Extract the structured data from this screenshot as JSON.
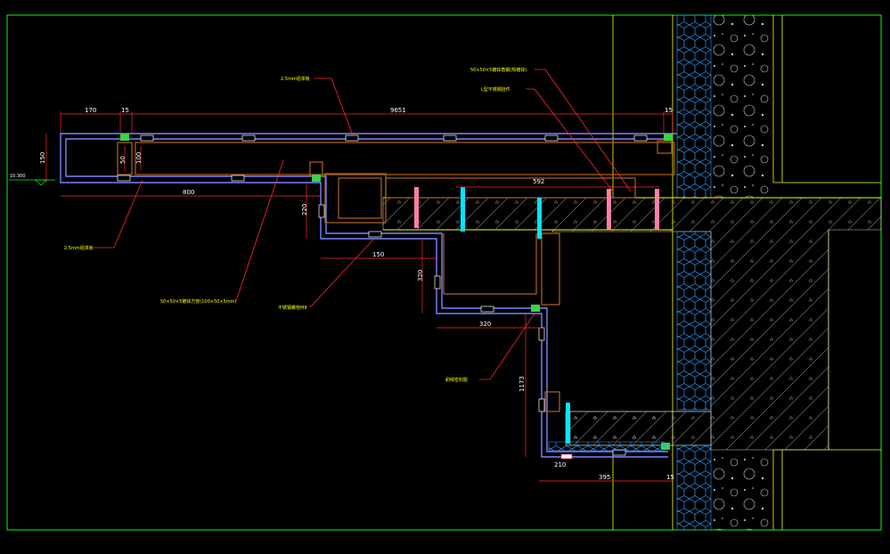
{
  "drawing": {
    "colors": {
      "background": "#000000",
      "frame": "#00ff00",
      "yellow_line": "#ffff00",
      "white": "#ffffff",
      "blue_panel": "#7b83ff",
      "brown_frame": "#b5651d",
      "red_leader": "#ff2a2a",
      "cyan_bolt": "#00e5ff",
      "pink_bolt": "#ff7fa8",
      "insulation": "#2aa0ff",
      "hatch": "#cfcfcf",
      "green_connector": "#39d24a"
    },
    "dimensions": {
      "d1": "170",
      "d2": "15",
      "d3": "9651",
      "d4": "15",
      "d5": "150",
      "d6": "50",
      "d7": "100",
      "d8": "800",
      "d9": "592",
      "d10": "150",
      "d11": "220",
      "d12": "320",
      "d13": "1173",
      "d14": "210",
      "d15": "395",
      "d16": "15",
      "elevation": "10.300"
    },
    "notes": {
      "n1": "2.5mm铝单板",
      "n2": "2.5mm铝单板",
      "n3": "50×50×5镀锌角钢(热镀锌)",
      "n4": "L型不锈钢挂件",
      "n5": "50×50×5镀锌方管(100×50×5mm)",
      "n6": "不锈钢螺栓M8",
      "n7": "耐候密封胶"
    }
  }
}
